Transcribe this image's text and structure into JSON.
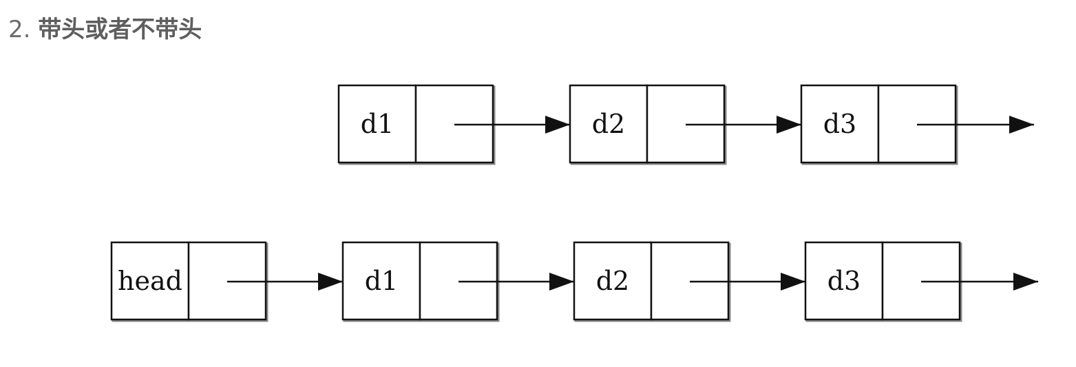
{
  "heading": {
    "number": "2.",
    "title": "带头或者不带头"
  },
  "lists": [
    {
      "id": "without-head",
      "nodes": [
        {
          "label": "d1"
        },
        {
          "label": "d2"
        },
        {
          "label": "d3"
        }
      ]
    },
    {
      "id": "with-head",
      "nodes": [
        {
          "label": "head"
        },
        {
          "label": "d1"
        },
        {
          "label": "d2"
        },
        {
          "label": "d3"
        }
      ]
    }
  ],
  "colors": {
    "stroke": "#111111",
    "shadow": "#8a8a8a",
    "heading": "#5e5e5e"
  }
}
